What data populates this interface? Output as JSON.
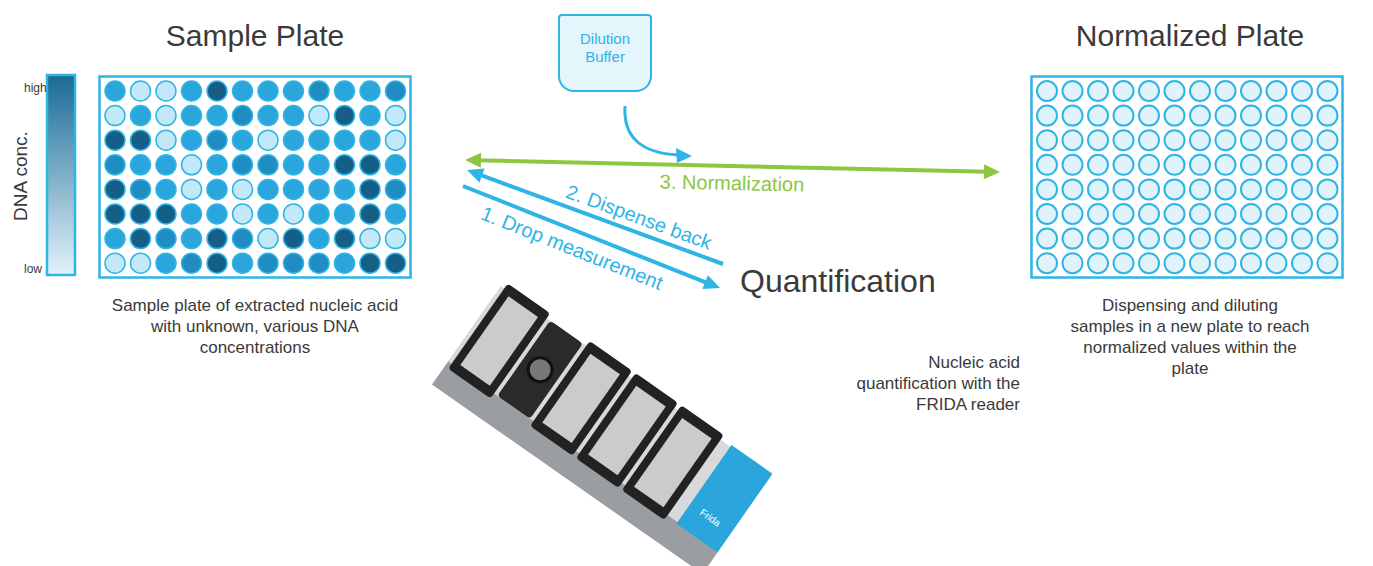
{
  "diagram": {
    "nodes": [
      {
        "text": [
          "Sample Plate",
          "Sample plate of extracted nucleic acid with unknown, various DNA concentrations"
        ]
      },
      {
        "text": [
          "Dilution Buffer"
        ]
      },
      {
        "text": [
          "Normalized Plate",
          "Dispensing and diluting samples in a new plate to reach normalized values within the plate"
        ]
      },
      {
        "text": [
          "Quantification",
          "Nucleic acid quantification with the FRIDA reader"
        ]
      }
    ],
    "edges": [
      {
        "from": 0,
        "to": 3,
        "arrow": "to",
        "label": "1. Drop measurement"
      },
      {
        "from": 3,
        "to": 0,
        "arrow": "to",
        "label": "2. Dispense back"
      },
      {
        "from": 0,
        "to": 2,
        "arrow": "both",
        "label": "3. Normalization"
      }
    ],
    "labels": [
      "high",
      "DNA conc.",
      "low",
      "Frida"
    ]
  }
}
